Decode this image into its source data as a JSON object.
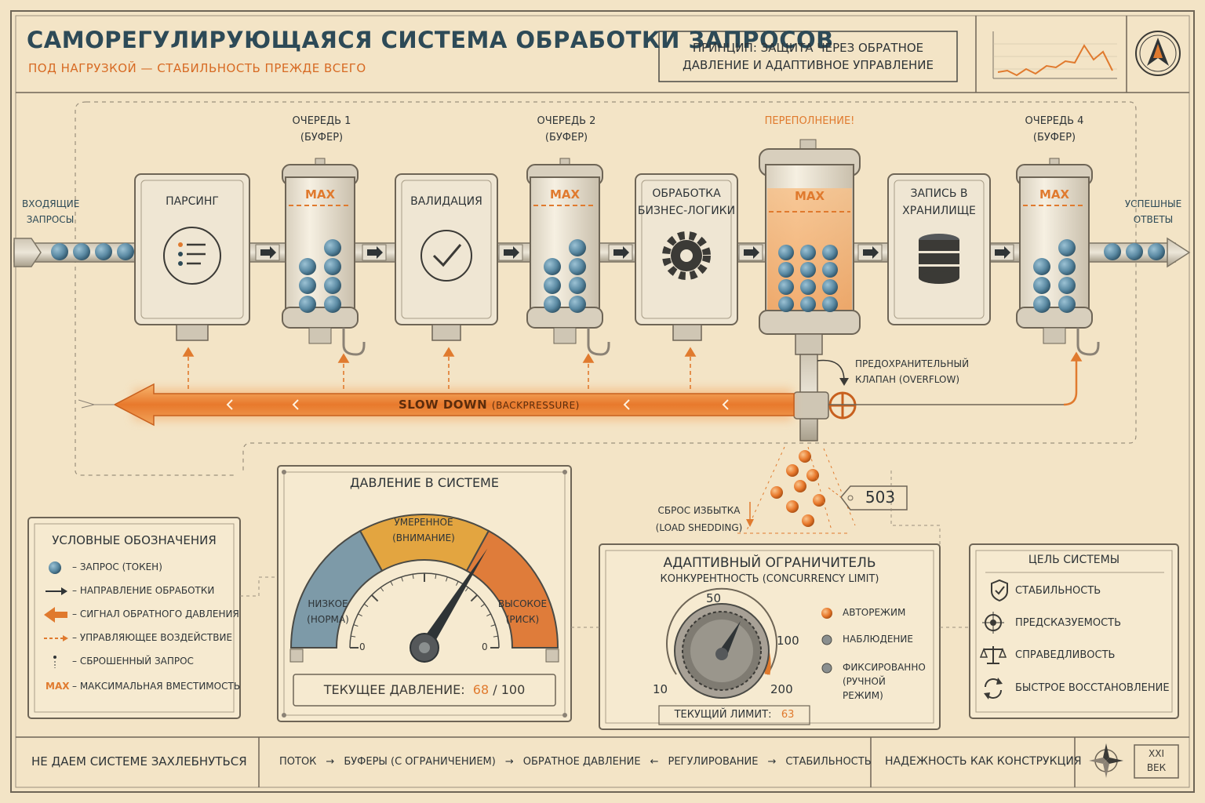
{
  "header": {
    "title": "Саморегулирующаяся система обработки запросов",
    "subtitle": "Под нагрузкой — стабильность прежде всего",
    "principle": "Принцип: защита через обратное давление и адаптивное управление"
  },
  "flow": {
    "input_label": "Входящие запросы",
    "output_label": "Успешные ответы",
    "stages": [
      {
        "label": "Парсинг",
        "icon": "list-icon"
      },
      {
        "label": "Валидация",
        "icon": "check-icon"
      },
      {
        "label": "Обработка бизнес-логики",
        "icon": "gear-icon"
      },
      {
        "label": "Запись в хранилище",
        "icon": "database-icon"
      }
    ],
    "queues": [
      {
        "caption": "Очередь 1",
        "sub": "(буфер)",
        "max": "MAX",
        "overflow": false
      },
      {
        "caption": "Очередь 2",
        "sub": "(буфер)",
        "max": "MAX",
        "overflow": false
      },
      {
        "caption": "Переполнение!",
        "sub": "",
        "max": "MAX",
        "overflow": true
      },
      {
        "caption": "Очередь 4",
        "sub": "(буфер)",
        "max": "MAX",
        "overflow": false
      }
    ],
    "valve_label": "Предохранительный клапан (overflow)",
    "backpressure_main": "SLOW DOWN",
    "backpressure_sub": "(BACKPRESSURE)",
    "shedding_label": "Сброс избытка (load shedding)",
    "error_code": "503"
  },
  "pressure": {
    "title": "Давление в системе",
    "zones": {
      "low": "Низкое (норма)",
      "medium": "Умеренное (внимание)",
      "high": "Высокое (риск)"
    },
    "zero_left": "0",
    "zero_right": "0",
    "current_label": "Текущее давление:",
    "current_value": "68",
    "max_value": "/ 100",
    "value": 68
  },
  "limiter": {
    "title": "Адаптивный ограничитель",
    "subtitle": "Конкурентность (Concurrency limit)",
    "ticks": [
      "10",
      "50",
      "100",
      "200"
    ],
    "modes": [
      {
        "label": "Авторежим",
        "color": "#e07a2e"
      },
      {
        "label": "Наблюдение",
        "color": "#8a8f8f"
      },
      {
        "label": "Фиксированно (ручной режим)",
        "color": "#8a8f8f"
      }
    ],
    "current_label": "Текущий лимит:",
    "current_value": "63"
  },
  "legend": {
    "title": "Условные обозначения",
    "items": [
      {
        "label": "– Запрос (токен)"
      },
      {
        "label": "– Направление обработки"
      },
      {
        "label": "– Сигнал обратного давления"
      },
      {
        "label": "– Управляющее воздействие"
      },
      {
        "label": "– Сброшенный запрос"
      },
      {
        "label": "– Максимальная вместимость",
        "symbol": "MAX"
      }
    ]
  },
  "goals": {
    "title": "Цель системы",
    "items": [
      {
        "label": "Стабильность",
        "icon": "shield-check-icon"
      },
      {
        "label": "Предсказуемость",
        "icon": "target-icon"
      },
      {
        "label": "Справедливость",
        "icon": "scales-icon"
      },
      {
        "label": "Быстрое восстановление",
        "icon": "refresh-icon"
      }
    ]
  },
  "footer": {
    "left": "Не даем системе захлебнуться",
    "chain": [
      "Поток",
      "→",
      "Буферы (с ограничением)",
      "→",
      "Обратное давление",
      "←",
      "Регулирование",
      "→",
      "Стабильность"
    ],
    "right": "Надежность как конструкция",
    "stamp_line1": "XXI",
    "stamp_line2": "ВЕК"
  },
  "colors": {
    "accent": "#e07a2e",
    "teal": "#2d4a57",
    "token": "#5b8aa3",
    "paper": "#f3e4c6"
  }
}
